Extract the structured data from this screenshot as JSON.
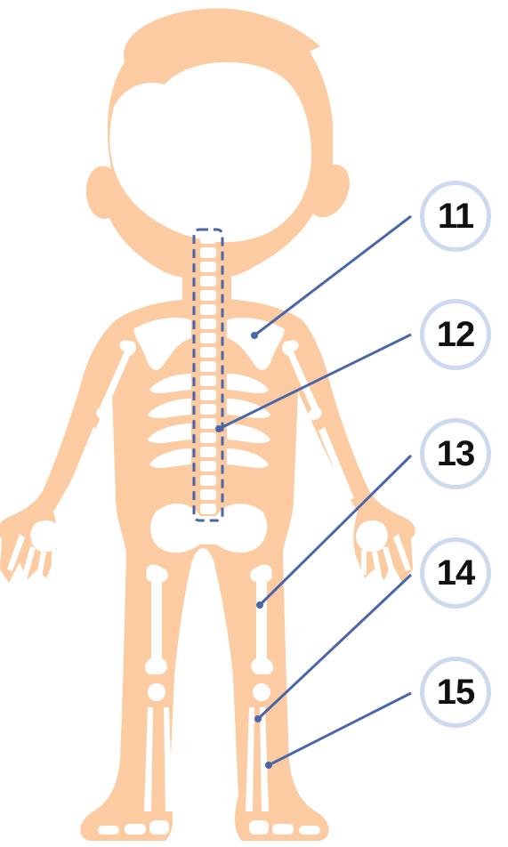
{
  "diagram": {
    "subject": "child-skeleton-outline",
    "colors": {
      "body": "#fccba2",
      "bone": "#ffffff",
      "leader": "#4a66a9",
      "badge_ring": "#cdd9ee",
      "label_text": "#111111"
    },
    "labels": [
      {
        "number": "11",
        "points_to": "shoulder-blade"
      },
      {
        "number": "12",
        "points_to": "spine"
      },
      {
        "number": "13",
        "points_to": "femur"
      },
      {
        "number": "14",
        "points_to": "knee-lower-leg"
      },
      {
        "number": "15",
        "points_to": "fibula"
      }
    ]
  }
}
